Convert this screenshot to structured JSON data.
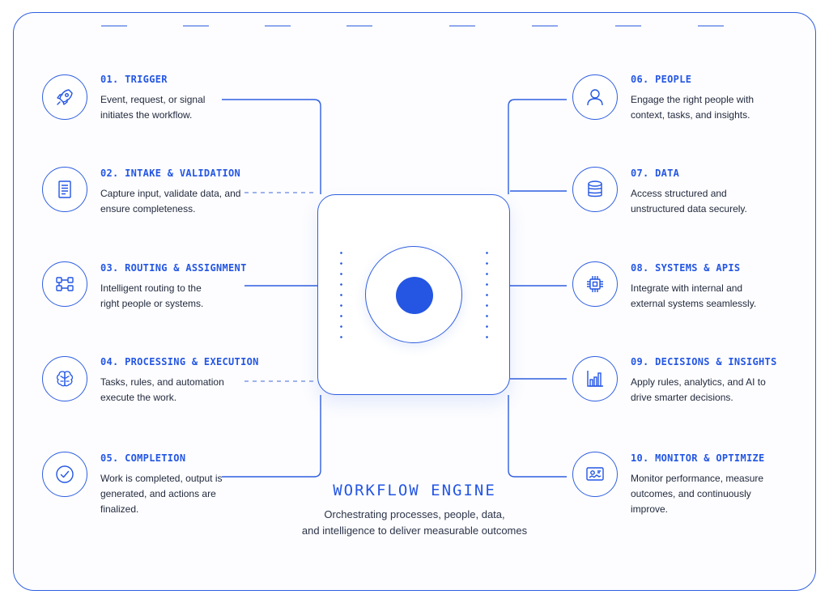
{
  "steps": [
    {
      "title": "01. TRIGGER",
      "desc": "Event, request, or signal initiates the workflow.",
      "icon": "rocket-icon"
    },
    {
      "title": "02. INTAKE & VALIDATION",
      "desc": "Capture input, validate data, and ensure completeness.",
      "icon": "document-icon"
    },
    {
      "title": "03. ROUTING & ASSIGNMENT",
      "desc": "Intelligent routing to the right people or systems.",
      "icon": "routing-icon"
    },
    {
      "title": "04. PROCESSING & EXECUTION",
      "desc": "Tasks, rules, and automation execute the work.",
      "icon": "brain-icon"
    },
    {
      "title": "05. COMPLETION",
      "desc": "Work is completed, output is generated, and actions are finalized.",
      "icon": "check-circle-icon"
    },
    {
      "title": "06. PEOPLE",
      "desc": "Engage the right people with context, tasks, and insights.",
      "icon": "person-icon"
    },
    {
      "title": "07. DATA",
      "desc": "Access structured and unstructured data securely.",
      "icon": "database-icon"
    },
    {
      "title": "08. SYSTEMS & APIS",
      "desc": "Integrate with internal and external systems seamlessly.",
      "icon": "chip-icon"
    },
    {
      "title": "09. DECISIONS & INSIGHTS",
      "desc": "Apply rules, analytics, and AI to drive smarter decisions.",
      "icon": "bar-chart-icon"
    },
    {
      "title": "10. MONITOR & OPTIMIZE",
      "desc": "Monitor performance, measure outcomes, and continuously improve.",
      "icon": "monitor-icon"
    }
  ],
  "engine": {
    "title": "WORKFLOW ENGINE",
    "subtitle_line1": "Orchestrating processes, people, data,",
    "subtitle_line2": "and intelligence to deliver measurable outcomes"
  },
  "colors": {
    "accent": "#2456e3",
    "outline": "#2f5fe0",
    "text": "#222a3d"
  }
}
